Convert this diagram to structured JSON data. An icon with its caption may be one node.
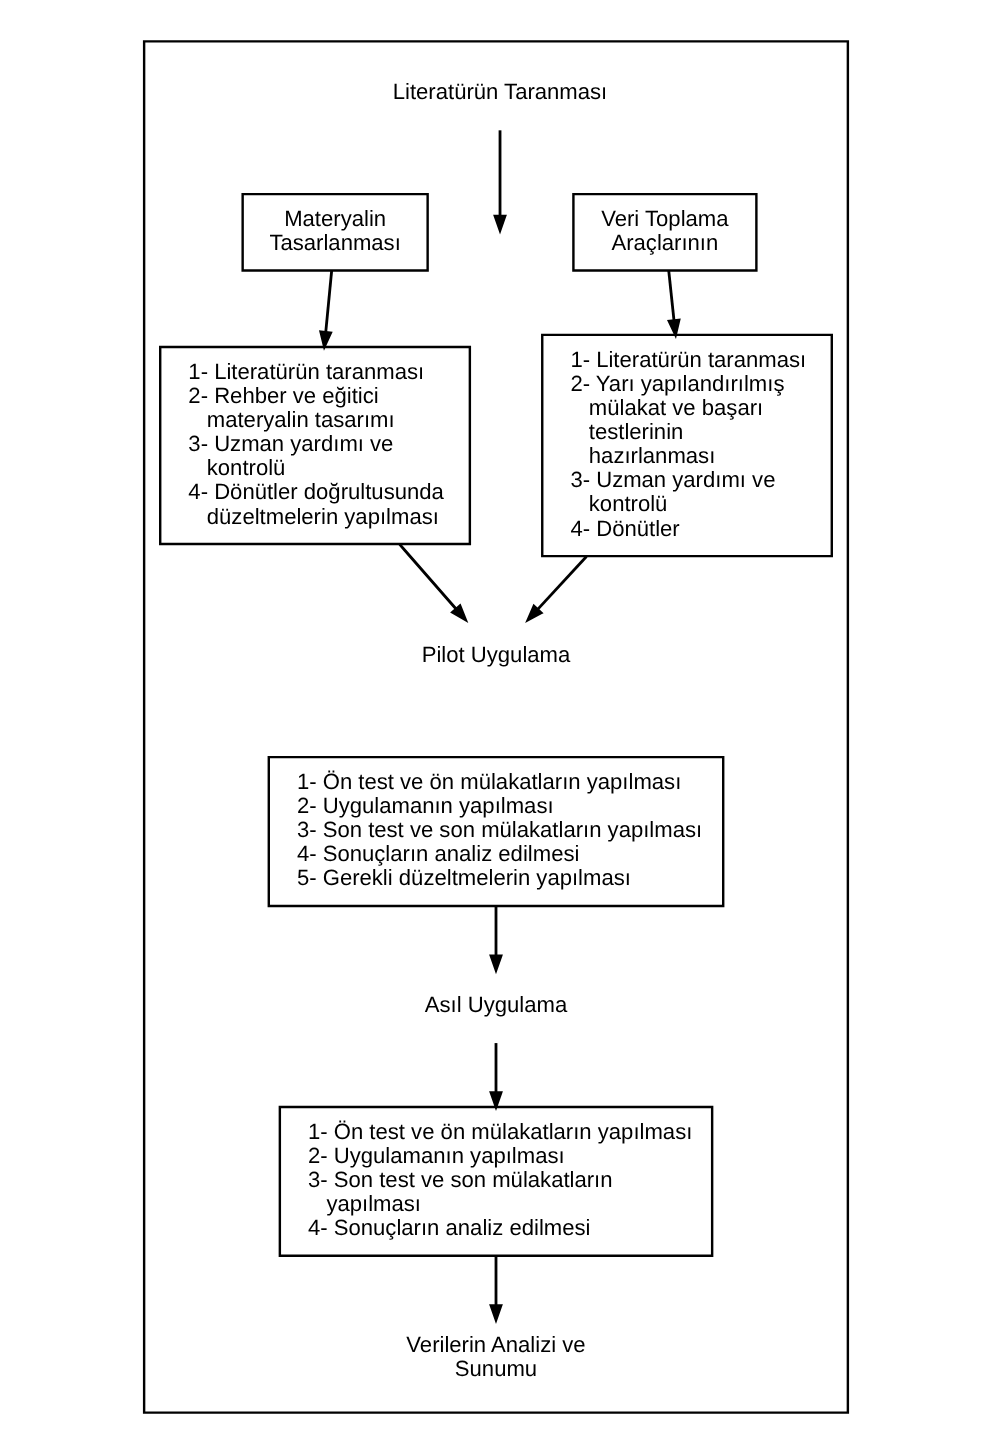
{
  "diagram": {
    "nodes": [
      {
        "text": [],
        "shape": "box"
      },
      {
        "text": [
          "Literatürün Taranması"
        ],
        "in": 0
      },
      {
        "text": [
          "Materyalin Tasarlanması"
        ],
        "in": 0
      },
      {
        "text": [
          "Veri Toplama Araçlarının"
        ],
        "in": 0
      },
      {
        "text": [
          "1- Literatürün taranması",
          "2- Rehber ve eğitici materyalin tasarımı",
          "3- Uzman yardımı ve kontrolü",
          "4- Dönütler doğrultusunda düzeltmelerin yapılması"
        ],
        "in": 0
      },
      {
        "text": [
          "1- Literatürün taranması",
          "2- Yarı yapılandırılmış mülakat ve başarı testlerinin hazırlanması",
          "3- Uzman yardımı ve kontrolü",
          "4- Dönütler"
        ],
        "in": 0
      },
      {
        "text": [
          "Pilot Uygulama"
        ],
        "in": 0
      },
      {
        "text": [
          "1- Ön test ve ön mülakatların yapılması",
          "2- Uygulamanın yapılması",
          "3- Son test ve son mülakatların yapılması",
          "4- Sonuçların analiz edilmesi",
          "5- Gerekli düzeltmelerin yapılması"
        ],
        "in": 0
      },
      {
        "text": [
          "Asıl Uygulama"
        ],
        "in": 0
      },
      {
        "text": [
          "1- Ön test ve ön mülakatların yapılması",
          "2- Uygulamanın yapılması",
          "3- Son test ve son mülakatların yapılması",
          "4- Sonuçların analiz edilmesi"
        ],
        "in": 0
      },
      {
        "text": [
          "Verilerin Analizi ve Sunumu"
        ],
        "in": 0
      }
    ],
    "edges": [
      {
        "from": 1,
        "to": null,
        "arrow": "to"
      },
      {
        "from": 2,
        "to": 4,
        "arrow": "to"
      },
      {
        "from": 3,
        "to": 5,
        "arrow": "to"
      },
      {
        "from": 4,
        "to": 6,
        "arrow": "to"
      },
      {
        "from": 5,
        "to": 6,
        "arrow": "to"
      },
      {
        "from": 7,
        "to": 8,
        "arrow": "to"
      },
      {
        "from": 8,
        "to": 9,
        "arrow": "to"
      },
      {
        "from": 9,
        "to": 10,
        "arrow": "to"
      }
    ]
  }
}
